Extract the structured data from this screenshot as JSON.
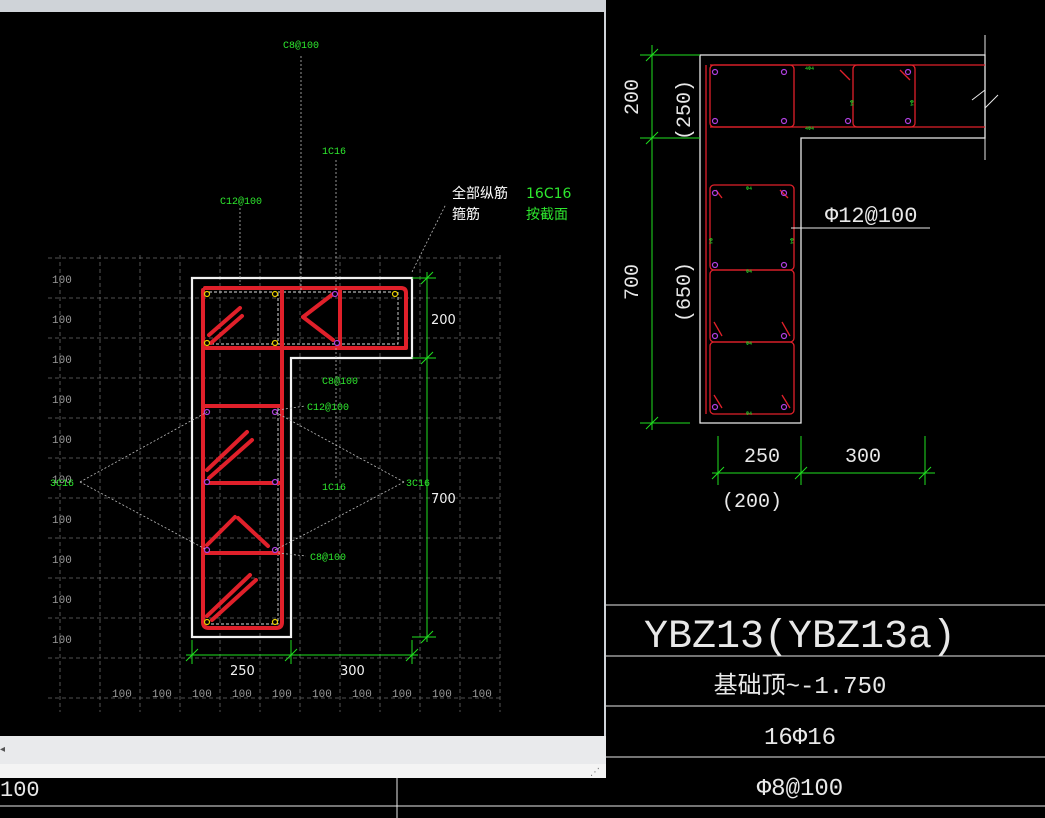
{
  "colors": {
    "background": "#000000",
    "panel_border": "#cfd3d8",
    "rebar_red": "#e0202a",
    "dim_green": "#1fe01f",
    "label_green": "#2ee82e",
    "outline_white": "#f2f2f2",
    "grid_gray": "#6a6a6a",
    "stirrup_white": "#dcdcdc",
    "joint_yellow": "#e8d000",
    "joint_purple": "#b040e0"
  },
  "left_panel": {
    "stirrup_top_label": "C8@100",
    "bar_top_label": "1C16",
    "tie_label": "C12@100",
    "legend": {
      "all_longitudinal_label": "全部纵筋",
      "all_longitudinal_value": "16C16",
      "stirrup_label": "箍筋",
      "stirrup_value": "按截面"
    },
    "grid_row_labels": [
      "100",
      "100",
      "100",
      "100",
      "100",
      "100",
      "100",
      "100",
      "100",
      "100"
    ],
    "grid_col_labels": [
      "100",
      "100",
      "100",
      "100",
      "100",
      "100",
      "100",
      "100",
      "100",
      "100"
    ],
    "dim_flange_thickness": "200",
    "dim_total_height": "700",
    "dim_web_width": "250",
    "dim_flange_length": "300",
    "mid_c8_label": "C8@100",
    "mid_c12_label": "C12@100",
    "side_left_label": "3C16",
    "side_right_label": "3C16",
    "mid_1c16_label": "1C16",
    "lower_c8_label": "C8@100",
    "status_text": "100"
  },
  "right_drawing": {
    "dim_top_height": "200",
    "dim_top_height_alt": "(250)",
    "dim_bottom_height": "700",
    "dim_bottom_height_alt": "(650)",
    "tie_callout": "Φ12@100",
    "dim_web_width": "250",
    "dim_web_width_alt": "(200)",
    "dim_flange_length": "300"
  },
  "title_table": {
    "name": "YBZ13(YBZ13a)",
    "elevation": "基础顶~-1.750",
    "longitudinal": "16Φ16",
    "stirrup": "Φ8@100"
  }
}
